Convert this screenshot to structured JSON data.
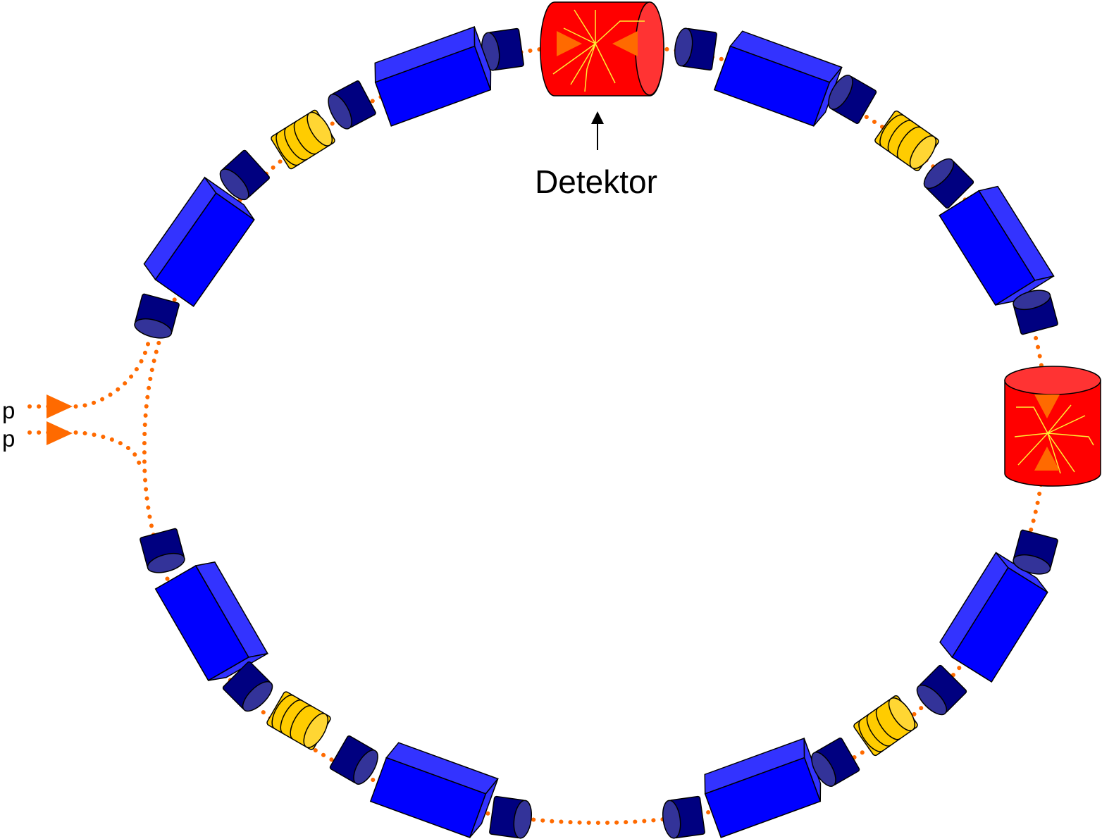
{
  "labels": {
    "detector": "Detektor",
    "proton_top": "p",
    "proton_bottom": "p"
  },
  "colors": {
    "beam": "#ff6a00",
    "dipole_front": "#0000ff",
    "dipole_side": "#3333ff",
    "quad_body": "#000080",
    "quad_face": "#333399",
    "sextupole_body": "#ffcc00",
    "sextupole_face": "#ffd633",
    "detector_body": "#ff0000",
    "detector_face": "#ff3333",
    "tracks": "#ffee33",
    "outline": "#000000"
  }
}
